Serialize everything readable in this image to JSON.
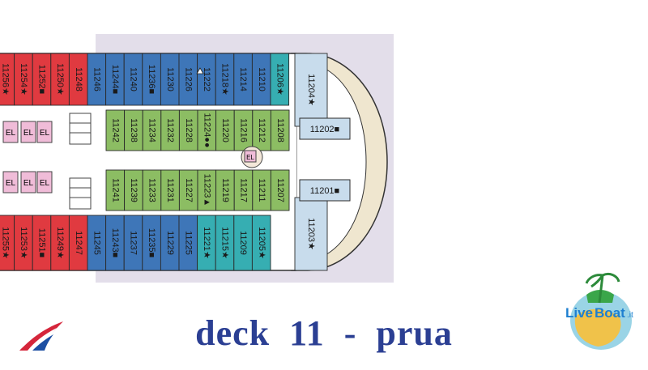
{
  "colors": {
    "background": "#ffffff",
    "deck_area": "#e3deea",
    "red_cabin": "#e03a40",
    "blue_cabin": "#3e76b8",
    "teal_cabin": "#36aeb2",
    "green_cabin": "#8cbd63",
    "light_blue_cabin": "#c8dcec",
    "bow": "#efe6cf",
    "elevator": "#f0bcd8",
    "caption": "#2b3f93"
  },
  "cabins": {
    "top_outer": [
      {
        "label": "11256★",
        "color": "red"
      },
      {
        "label": "11254★",
        "color": "red"
      },
      {
        "label": "11252■",
        "color": "red"
      },
      {
        "label": "11250★",
        "color": "red"
      },
      {
        "label": "11248",
        "color": "red"
      },
      {
        "label": "11246",
        "color": "blue"
      },
      {
        "label": "11244■",
        "color": "blue"
      },
      {
        "label": "11240",
        "color": "blue"
      },
      {
        "label": "11236■",
        "color": "blue"
      },
      {
        "label": "11230",
        "color": "blue"
      },
      {
        "label": "11226",
        "color": "blue"
      },
      {
        "label": "11222",
        "color": "blue"
      },
      {
        "label": "11218★",
        "color": "blue"
      },
      {
        "label": "11214",
        "color": "blue"
      },
      {
        "label": "11210",
        "color": "blue"
      },
      {
        "label": "11206★",
        "color": "teal"
      }
    ],
    "top_inner": [
      {
        "label": "11242",
        "color": "green"
      },
      {
        "label": "11238",
        "color": "green"
      },
      {
        "label": "11234",
        "color": "green"
      },
      {
        "label": "11232",
        "color": "green"
      },
      {
        "label": "11228",
        "color": "green"
      },
      {
        "label": "11224●●",
        "color": "green"
      },
      {
        "label": "11220",
        "color": "green"
      },
      {
        "label": "11216",
        "color": "green"
      },
      {
        "label": "11212",
        "color": "green"
      },
      {
        "label": "11208",
        "color": "green"
      }
    ],
    "bottom_inner": [
      {
        "label": "11241",
        "color": "green"
      },
      {
        "label": "11239",
        "color": "green"
      },
      {
        "label": "11233",
        "color": "green"
      },
      {
        "label": "11231",
        "color": "green"
      },
      {
        "label": "11227",
        "color": "green"
      },
      {
        "label": "11223▲",
        "color": "green"
      },
      {
        "label": "11219",
        "color": "green"
      },
      {
        "label": "11217",
        "color": "green"
      },
      {
        "label": "11211",
        "color": "green"
      },
      {
        "label": "11207",
        "color": "green"
      }
    ],
    "bottom_outer": [
      {
        "label": "11255★",
        "color": "red"
      },
      {
        "label": "11253★",
        "color": "red"
      },
      {
        "label": "11251■",
        "color": "red"
      },
      {
        "label": "11249★",
        "color": "red"
      },
      {
        "label": "11247",
        "color": "red"
      },
      {
        "label": "11245",
        "color": "blue"
      },
      {
        "label": "11243■",
        "color": "blue"
      },
      {
        "label": "11237",
        "color": "blue"
      },
      {
        "label": "11235■",
        "color": "blue"
      },
      {
        "label": "11229",
        "color": "blue"
      },
      {
        "label": "11225",
        "color": "blue"
      },
      {
        "label": "11221★",
        "color": "teal"
      },
      {
        "label": "11215★",
        "color": "teal"
      },
      {
        "label": "11209",
        "color": "teal"
      },
      {
        "label": "11205★",
        "color": "teal"
      }
    ],
    "bow_top": "11204★",
    "bow_bottom": "11203★",
    "bow_mid_top": "11202■",
    "bow_mid_bottom": "11201■"
  },
  "elevator_label": "EL",
  "stair_label": "EL",
  "caption": "deck  11  -  prua",
  "liveboat": {
    "word1": "Live",
    "word2": "Boat",
    "suffix": ".it"
  }
}
